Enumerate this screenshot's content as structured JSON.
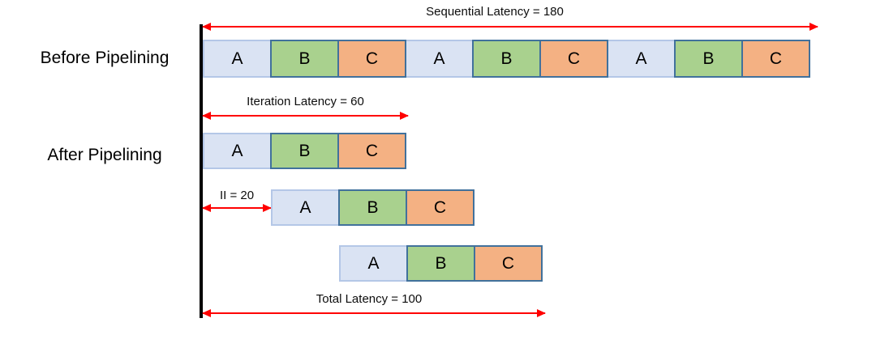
{
  "labels": {
    "before": "Before Pipelining",
    "after": "After Pipelining"
  },
  "annotations": {
    "sequential": "Sequential Latency = 180",
    "iteration": "Iteration Latency = 60",
    "ii": "II = 20",
    "total": "Total Latency = 100"
  },
  "values": {
    "sequential_latency": 180,
    "iteration_latency": 60,
    "initiation_interval": 20,
    "total_latency": 100
  },
  "rows": {
    "before": [
      "A",
      "B",
      "C",
      "A",
      "B",
      "C",
      "A",
      "B",
      "C"
    ],
    "after1": [
      "A",
      "B",
      "C"
    ],
    "after2": [
      "A",
      "B",
      "C"
    ],
    "after3": [
      "A",
      "B",
      "C"
    ]
  },
  "colors": {
    "stage_a_fill": "#dae3f3",
    "stage_a_border": "#b4c7e7",
    "stage_b_fill": "#a9d18e",
    "stage_c_fill": "#f4b183",
    "stage_bc_border": "#41719c",
    "arrow": "#ff0000",
    "timeline": "#000000",
    "background": "#ffffff"
  }
}
